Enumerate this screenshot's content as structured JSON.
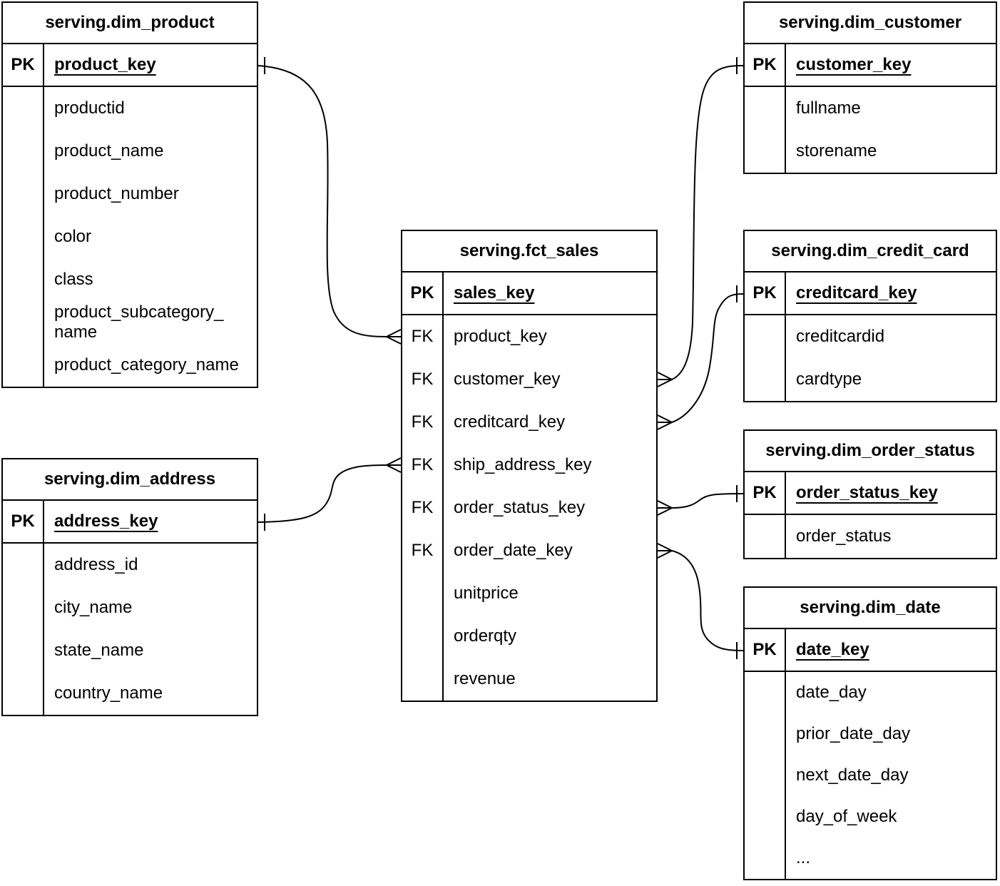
{
  "diagram_type": "entity-relationship-crow-foot",
  "colors": {
    "background": "#ffffff",
    "line": "#000000",
    "text": "#000000"
  },
  "tables": {
    "dim_product": {
      "title": "serving.dim_product",
      "pk_tag": "PK",
      "pk": "product_key",
      "attributes": [
        "productid",
        "product_name",
        "product_number",
        "color",
        "class",
        "product_subcategory_name",
        "product_category_name"
      ]
    },
    "dim_address": {
      "title": "serving.dim_address",
      "pk_tag": "PK",
      "pk": "address_key",
      "attributes": [
        "address_id",
        "city_name",
        "state_name",
        "country_name"
      ]
    },
    "fct_sales": {
      "title": "serving.fct_sales",
      "pk_tag": "PK",
      "fk_tag": "FK",
      "pk": "sales_key",
      "fk_columns": [
        "product_key",
        "customer_key",
        "creditcard_key",
        "ship_address_key",
        "order_status_key",
        "order_date_key"
      ],
      "measure_columns": [
        "unitprice",
        "orderqty",
        "revenue"
      ]
    },
    "dim_customer": {
      "title": "serving.dim_customer",
      "pk_tag": "PK",
      "pk": "customer_key",
      "attributes": [
        "fullname",
        "storename"
      ]
    },
    "dim_credit_card": {
      "title": "serving.dim_credit_card",
      "pk_tag": "PK",
      "pk": "creditcard_key",
      "attributes": [
        "creditcardid",
        "cardtype"
      ]
    },
    "dim_order_status": {
      "title": "serving.dim_order_status",
      "pk_tag": "PK",
      "pk": "order_status_key",
      "attributes": [
        "order_status"
      ]
    },
    "dim_date": {
      "title": "serving.dim_date",
      "pk_tag": "PK",
      "pk": "date_key",
      "attributes": [
        "date_day",
        "prior_date_day",
        "next_date_day",
        "day_of_week",
        "..."
      ]
    }
  },
  "relationships": [
    {
      "from": "serving.fct_sales.product_key",
      "to": "serving.dim_product.product_key",
      "from_cardinality": "many",
      "to_cardinality": "one"
    },
    {
      "from": "serving.fct_sales.customer_key",
      "to": "serving.dim_customer.customer_key",
      "from_cardinality": "many",
      "to_cardinality": "one"
    },
    {
      "from": "serving.fct_sales.creditcard_key",
      "to": "serving.dim_credit_card.creditcard_key",
      "from_cardinality": "many",
      "to_cardinality": "one"
    },
    {
      "from": "serving.fct_sales.ship_address_key",
      "to": "serving.dim_address.address_key",
      "from_cardinality": "many",
      "to_cardinality": "one"
    },
    {
      "from": "serving.fct_sales.order_status_key",
      "to": "serving.dim_order_status.order_status_key",
      "from_cardinality": "many",
      "to_cardinality": "one"
    },
    {
      "from": "serving.fct_sales.order_date_key",
      "to": "serving.dim_date.date_key",
      "from_cardinality": "many",
      "to_cardinality": "one"
    }
  ]
}
